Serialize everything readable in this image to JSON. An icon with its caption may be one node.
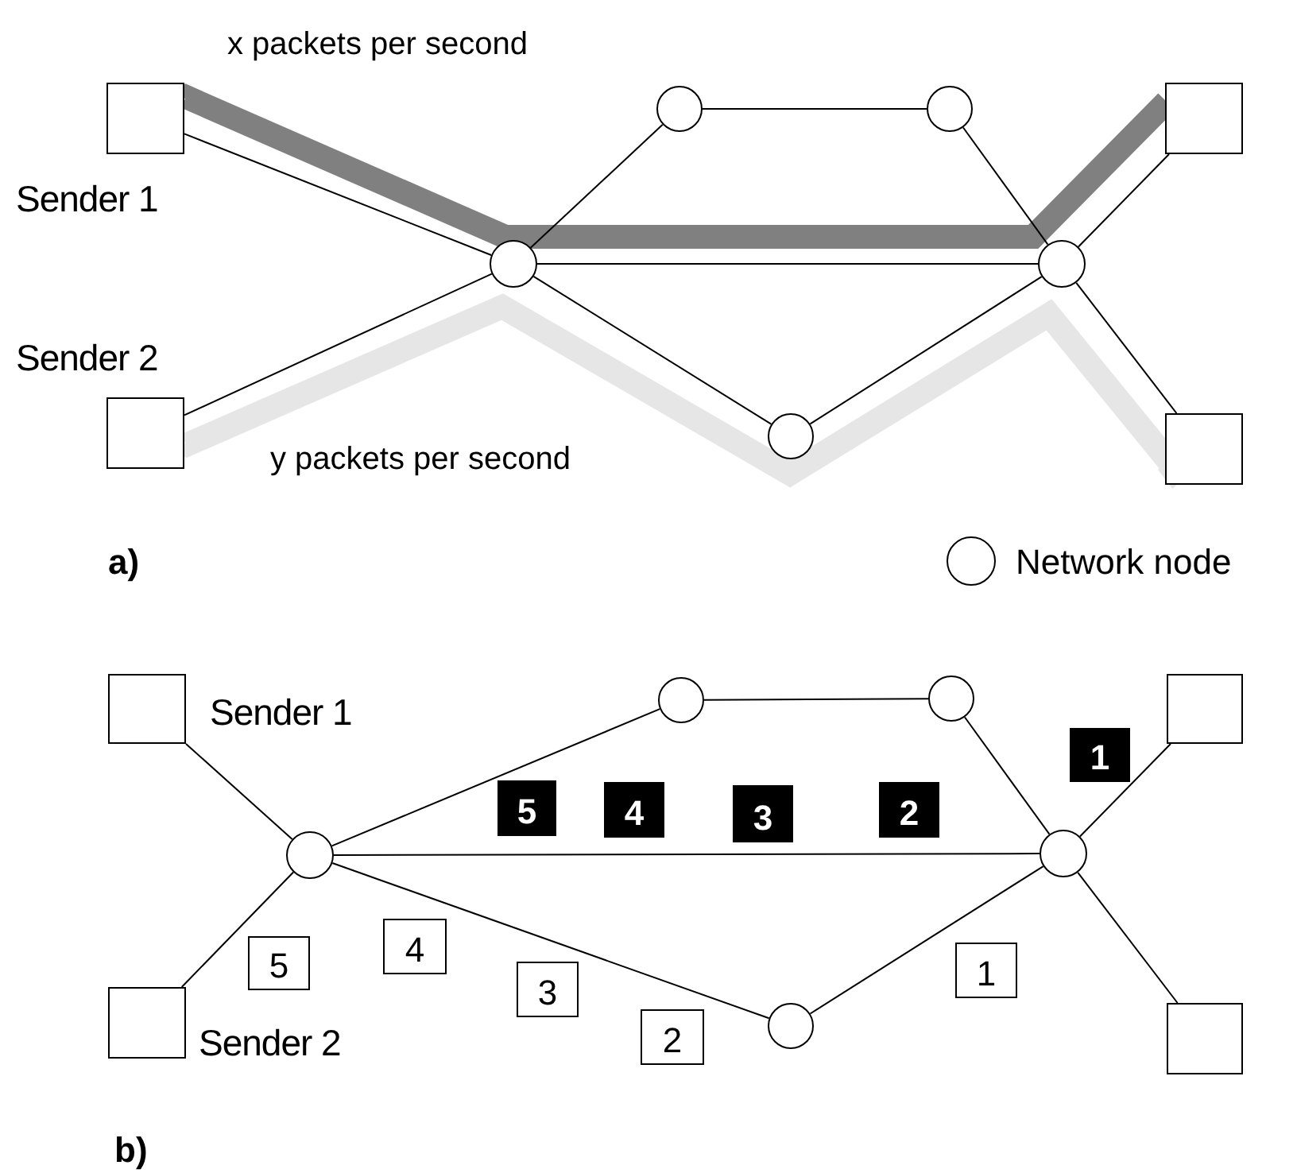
{
  "diagram": {
    "nodes": [
      {
        "text": [],
        "shape": "box",
        "beside": [
          "Sender 1"
        ]
      },
      {
        "text": [],
        "shape": "box"
      },
      {
        "text": [],
        "shape": "circle"
      },
      {
        "text": [],
        "shape": "circle"
      },
      {
        "text": [],
        "shape": "circle"
      },
      {
        "text": [],
        "shape": "circle"
      },
      {
        "text": [],
        "shape": "circle"
      },
      {
        "text": [],
        "shape": "box",
        "beside": [
          "Sender 2"
        ]
      },
      {
        "text": [],
        "shape": "box"
      },
      {
        "text": [],
        "shape": "box",
        "beside": [
          "Sender 1"
        ]
      },
      {
        "text": [],
        "shape": "circle"
      },
      {
        "text": [],
        "shape": "circle"
      },
      {
        "text": [],
        "shape": "box"
      },
      {
        "text": [
          "1"
        ]
      },
      {
        "text": [
          "5"
        ]
      },
      {
        "text": [
          "4"
        ]
      },
      {
        "text": [
          "3"
        ]
      },
      {
        "text": [
          "2"
        ]
      },
      {
        "text": [],
        "shape": "circle"
      },
      {
        "text": [],
        "shape": "circle"
      },
      {
        "text": [
          "4"
        ]
      },
      {
        "text": [
          "5"
        ]
      },
      {
        "text": [
          "1"
        ]
      },
      {
        "text": [
          "3"
        ]
      },
      {
        "text": [],
        "shape": "box",
        "beside": [
          "Sender 2"
        ]
      },
      {
        "text": [
          "2"
        ]
      },
      {
        "text": [],
        "shape": "circle"
      },
      {
        "text": [],
        "shape": "box"
      }
    ],
    "edges": [
      {
        "from": 0,
        "to": 1,
        "arrow": "none",
        "style": "thick",
        "color": "#808080"
      },
      {
        "from": 7,
        "to": 8,
        "arrow": "none",
        "style": "thick",
        "color": "#e6e6e6"
      },
      {
        "from": 0,
        "to": 4,
        "arrow": "none"
      },
      {
        "from": 7,
        "to": 4,
        "arrow": "none"
      },
      {
        "from": 4,
        "to": 2,
        "arrow": "none"
      },
      {
        "from": 2,
        "to": 3,
        "arrow": "none"
      },
      {
        "from": 3,
        "to": 5,
        "arrow": "none"
      },
      {
        "from": 4,
        "to": 5,
        "arrow": "none"
      },
      {
        "from": 4,
        "to": 6,
        "arrow": "none"
      },
      {
        "from": 6,
        "to": 5,
        "arrow": "none"
      },
      {
        "from": 5,
        "to": 1,
        "arrow": "none"
      },
      {
        "from": 5,
        "to": 8,
        "arrow": "none"
      },
      {
        "from": 9,
        "to": 18,
        "arrow": "none"
      },
      {
        "from": 24,
        "to": 18,
        "arrow": "none"
      },
      {
        "from": 18,
        "to": 10,
        "arrow": "none"
      },
      {
        "from": 10,
        "to": 11,
        "arrow": "none"
      },
      {
        "from": 11,
        "to": 19,
        "arrow": "none"
      },
      {
        "from": 18,
        "to": 19,
        "arrow": "none"
      },
      {
        "from": 18,
        "to": 26,
        "arrow": "none"
      },
      {
        "from": 26,
        "to": 19,
        "arrow": "none"
      },
      {
        "from": 19,
        "to": 12,
        "arrow": "none"
      },
      {
        "from": 19,
        "to": 27,
        "arrow": "none"
      }
    ],
    "labels": [
      "x packets per second",
      "y packets per second",
      "a)",
      "b)"
    ],
    "legend": [
      {
        "text": "Network node"
      }
    ]
  }
}
